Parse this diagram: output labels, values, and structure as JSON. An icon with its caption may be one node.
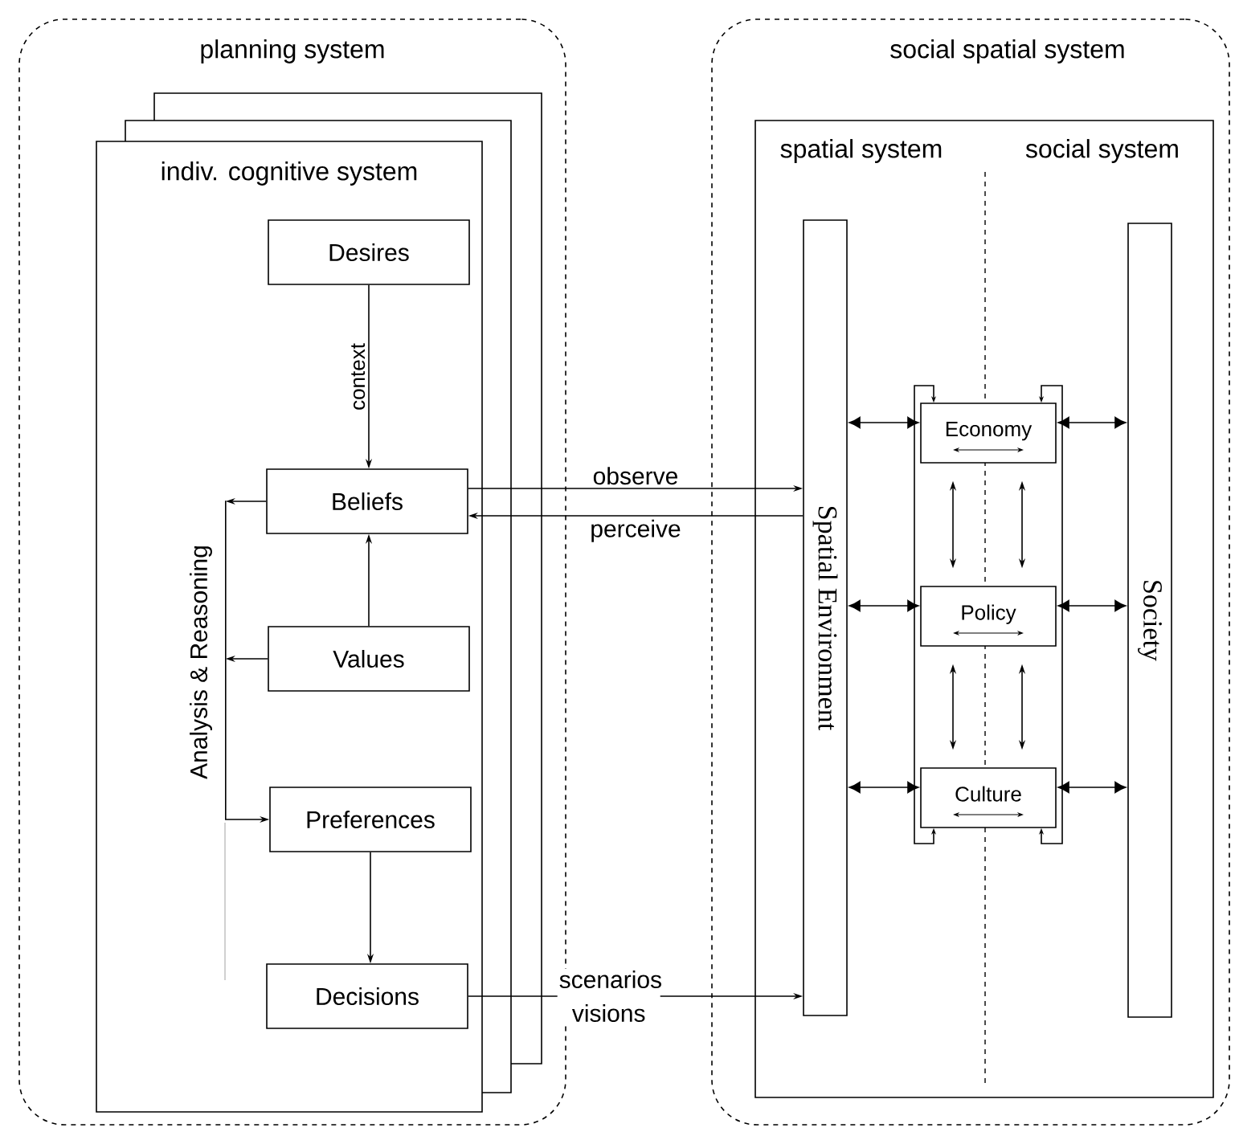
{
  "diagram": {
    "nodes": [
      {
        "text": [
          "planning system"
        ]
      },
      {
        "text": [
          "indiv. cognitive system"
        ],
        "in": 0
      },
      {
        "text": [
          "Desires"
        ],
        "in": 1
      },
      {
        "text": [
          "Beliefs"
        ],
        "in": 1
      },
      {
        "text": [
          "Values"
        ],
        "in": 1
      },
      {
        "text": [
          "Preferences"
        ],
        "in": 1
      },
      {
        "text": [
          "Decisions"
        ],
        "in": 1
      },
      {
        "text": [
          "Analysis & Reasoning"
        ],
        "in": 1
      },
      {
        "text": [
          "social spatial system"
        ]
      },
      {
        "text": [
          "spatial system",
          "social system"
        ],
        "in": 8
      },
      {
        "text": [
          "Spatial Environment"
        ],
        "in": 9
      },
      {
        "text": [
          "Society"
        ],
        "in": 9
      },
      {
        "text": [
          "Economy"
        ],
        "in": 9
      },
      {
        "text": [
          "Policy"
        ],
        "in": 9
      },
      {
        "text": [
          "Culture"
        ],
        "in": 9
      }
    ],
    "edges": [
      {
        "from": 2,
        "to": 3,
        "arrow": "to",
        "label": "context"
      },
      {
        "from": 4,
        "to": 3,
        "arrow": "to"
      },
      {
        "from": 5,
        "to": 6,
        "arrow": "to"
      },
      {
        "from": 3,
        "to": 7,
        "arrow": "to"
      },
      {
        "from": 4,
        "to": 7,
        "arrow": "to"
      },
      {
        "from": 7,
        "to": 5,
        "arrow": "to"
      },
      {
        "from": 3,
        "to": 10,
        "arrow": "to",
        "label": "observe"
      },
      {
        "from": 10,
        "to": 3,
        "arrow": "to",
        "label": "perceive"
      },
      {
        "from": 6,
        "to": 10,
        "arrow": "to",
        "label": "scenarios visions"
      },
      {
        "from": 10,
        "to": 12,
        "arrow": "both"
      },
      {
        "from": 10,
        "to": 13,
        "arrow": "both"
      },
      {
        "from": 10,
        "to": 14,
        "arrow": "both"
      },
      {
        "from": 12,
        "to": 11,
        "arrow": "both"
      },
      {
        "from": 13,
        "to": 11,
        "arrow": "both"
      },
      {
        "from": 14,
        "to": 11,
        "arrow": "both"
      },
      {
        "from": 12,
        "to": 13,
        "arrow": "both"
      },
      {
        "from": 12,
        "to": 13,
        "arrow": "both"
      },
      {
        "from": 13,
        "to": 14,
        "arrow": "both"
      },
      {
        "from": 13,
        "to": 14,
        "arrow": "both"
      },
      {
        "from": 14,
        "to": 12,
        "arrow": "both"
      },
      {
        "from": 14,
        "to": 12,
        "arrow": "both"
      }
    ]
  }
}
